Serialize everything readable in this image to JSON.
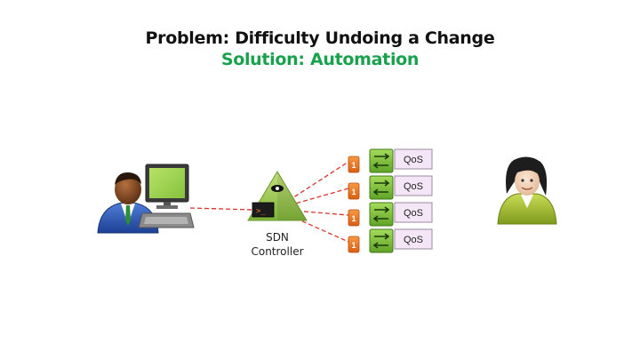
{
  "slide": {
    "problem_title": "Problem: Difficulty Undoing a Change",
    "solution_title": "Solution: Automation",
    "solution_color": "#1aa14d"
  },
  "controller": {
    "label_line1": "SDN",
    "label_line2": "Controller",
    "prompt_glyph": ">_"
  },
  "switches": [
    {
      "badge": "1",
      "policy": "QoS"
    },
    {
      "badge": "1",
      "policy": "QoS"
    },
    {
      "badge": "1",
      "policy": "QoS"
    },
    {
      "badge": "1",
      "policy": "QoS"
    }
  ],
  "colors": {
    "link": "#d9342b",
    "switch_green": "#7fc540",
    "badge_orange": "#f07a1f",
    "qos_fill": "#f4e6f6",
    "monitor_green": "#9ed554",
    "avatar_green": "#a9c832"
  },
  "icons": [
    "admin-user-icon",
    "computer-icon",
    "sdn-controller-pyramid-icon",
    "switch-icon",
    "end-user-icon"
  ]
}
